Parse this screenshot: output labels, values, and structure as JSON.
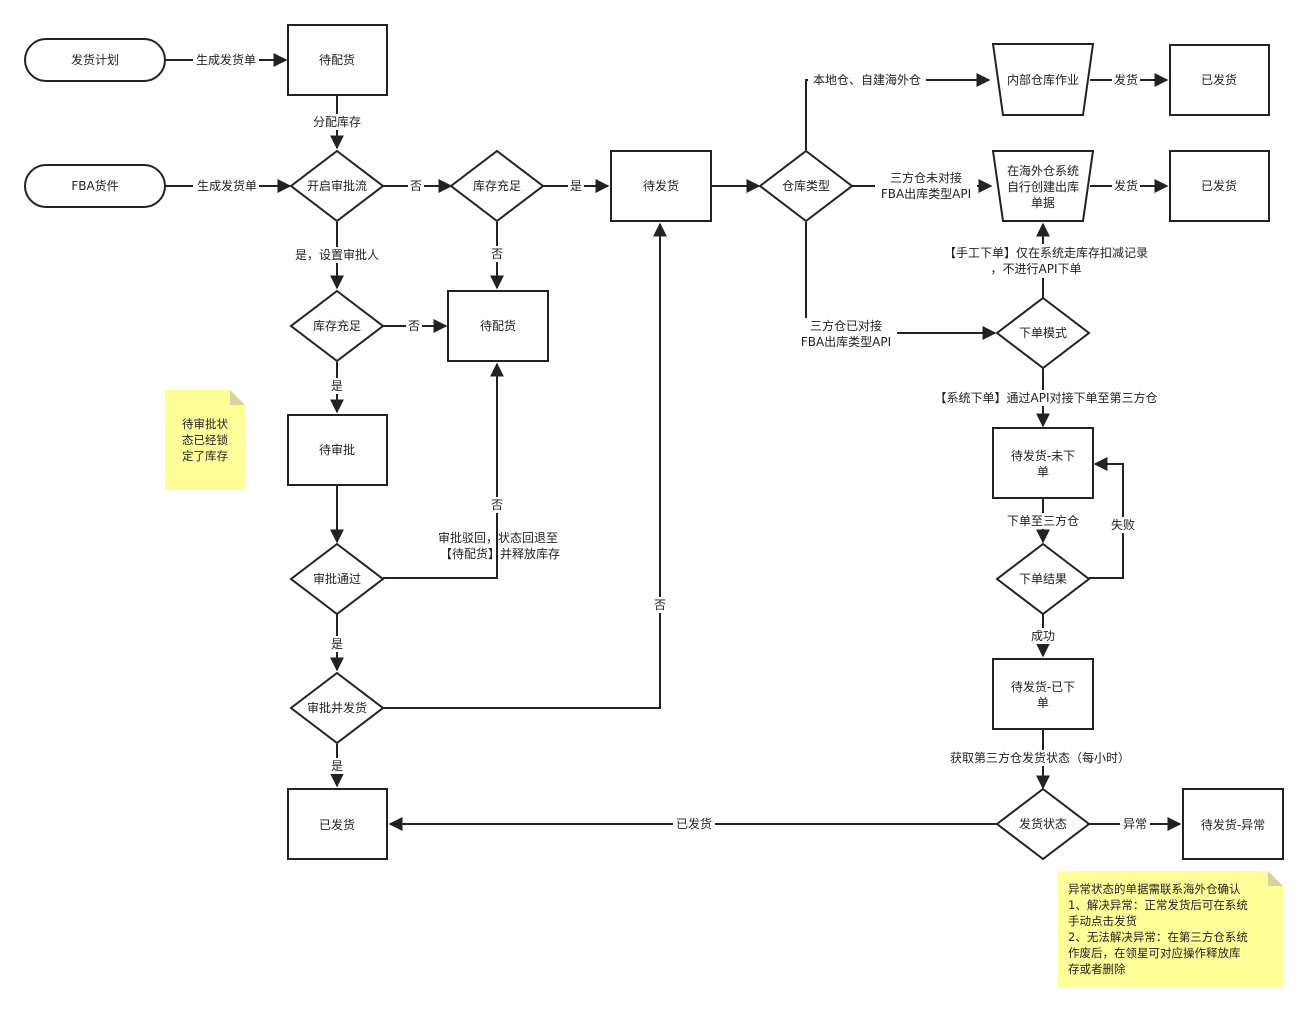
{
  "nodes": {
    "plan": "发货计划",
    "fba": "FBA货件",
    "pending_alloc_1": "待配货",
    "approval_flow": "开启审批流",
    "stock_ok_1": "库存充足",
    "stock_ok_2": "库存充足",
    "pending_alloc_2": "待配货",
    "pending_ship": "待发货",
    "warehouse_type": "仓库类型",
    "internal_op": "内部仓库作业",
    "shipped_top": "已发货",
    "overseas_doc": [
      "在海外仓系统",
      "自行创建出库",
      "单据"
    ],
    "shipped_mid": "已发货",
    "order_mode": "下单模式",
    "pending_approval": "待审批",
    "approve_pass": "审批通过",
    "approve_ship": "审批并发货",
    "shipped_bottom": "已发货",
    "pending_not_ordered": [
      "待发货-未下",
      "单"
    ],
    "order_result": "下单结果",
    "pending_ordered": [
      "待发货-已下",
      "单"
    ],
    "ship_status": "发货状态",
    "pending_exception": "待发货-异常"
  },
  "edge_labels": {
    "gen_order_1": "生成发货单",
    "gen_order_2": "生成发货单",
    "alloc_stock": "分配库存",
    "no_1": "否",
    "yes_1": "是",
    "no_2": "否",
    "yes_set_approver": "是，设置审批人",
    "no_3": "否",
    "yes_2": "是",
    "no_4": "否",
    "reject": [
      "审批驳回，状态回退至",
      "【待配货】并释放库存"
    ],
    "yes_3": "是",
    "yes_4": "是",
    "no_5": "否",
    "local_own": "本地仓、自建海外仓",
    "ship_1": "发货",
    "third_no_api": [
      "三方仓未对接",
      "FBA出库类型API"
    ],
    "ship_2": "发货",
    "third_api": [
      "三方仓已对接",
      "FBA出库类型API"
    ],
    "manual_order": [
      "【手工下单】仅在系统走库存扣减记录",
      "，不进行API下单"
    ],
    "system_order": "【系统下单】通过API对接下单至第三方仓",
    "order_to_3pl": "下单至三方仓",
    "fail": "失败",
    "success": "成功",
    "fetch_status": "获取第三方仓发货状态（每小时）",
    "shipped_edge": "已发货",
    "exception": "异常"
  },
  "notes": {
    "lock_note": [
      "待审批状",
      "态已经锁",
      "定了库存"
    ],
    "exception_note": [
      "异常状态的单据需联系海外仓确认",
      "1、解决异常：正常发货后可在系统",
      "手动点击发货",
      "2、无法解决异常：在第三方仓系统",
      "作废后，在领星可对应操作释放库",
      "存或者删除"
    ]
  },
  "colors": {
    "stroke": "#222222",
    "note_fill": "#ffff99",
    "background": "#ffffff"
  }
}
